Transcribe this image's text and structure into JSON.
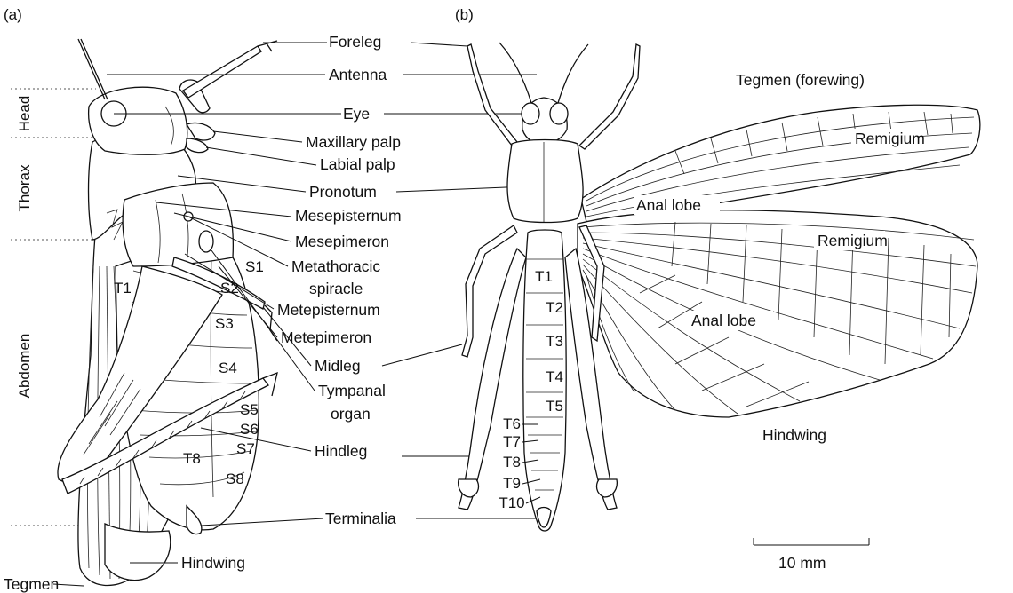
{
  "panels": {
    "a": "(a)",
    "b": "(b)"
  },
  "regions": {
    "head": "Head",
    "thorax": "Thorax",
    "abdomen": "Abdomen"
  },
  "labels": {
    "foreleg": "Foreleg",
    "antenna": "Antenna",
    "eye": "Eye",
    "maxillary_palp": "Maxillary palp",
    "labial_palp": "Labial palp",
    "pronotum": "Pronotum",
    "mesepisternum": "Mesepisternum",
    "mesepimeron": "Mesepimeron",
    "metathoracic_line1": "Metathoracic",
    "metathoracic_line2": "spiracle",
    "metepisternum": "Metepisternum",
    "metepimeron": "Metepimeron",
    "midleg": "Midleg",
    "tympanal_line1": "Tympanal",
    "tympanal_line2": "organ",
    "hindleg": "Hindleg",
    "terminalia": "Terminalia",
    "hindwing_lateral": "Hindwing",
    "tegmen": "Tegmen",
    "tegmen_forewing": "Tegmen (forewing)",
    "remigium": "Remigium",
    "anal_lobe": "Anal lobe",
    "hindwing_dorsal": "Hindwing",
    "scale": "10 mm"
  },
  "lateral_segments": {
    "tergum": [
      "T1",
      "T8"
    ],
    "sternum": [
      "S1",
      "S2",
      "S3",
      "S4",
      "S5",
      "S6",
      "S7",
      "S8"
    ]
  },
  "dorsal_segments": [
    "T1",
    "T2",
    "T3",
    "T4",
    "T5",
    "T6",
    "T7",
    "T8",
    "T9",
    "T10"
  ]
}
